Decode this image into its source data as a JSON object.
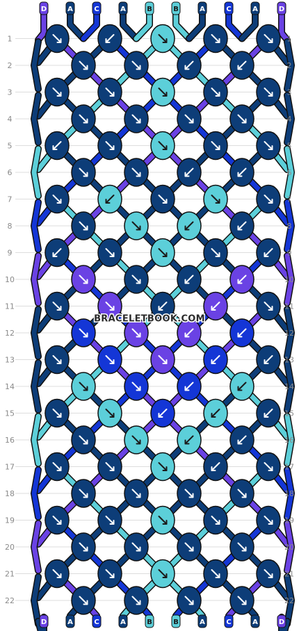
{
  "watermark": "BRACELETBOOK.COM",
  "colors": {
    "A": "#0d3d78",
    "B": "#5ccfd9",
    "C": "#1436d6",
    "D": "#6a42e4",
    "outline": "#111111",
    "label_light": "#1b1b1b",
    "label_dark": "#ffffff",
    "row_line": "#dddddd"
  },
  "strands_top": [
    "D",
    "A",
    "C",
    "A",
    "B",
    "B",
    "A",
    "C",
    "A",
    "D"
  ],
  "strands_bottom": [
    "D",
    "A",
    "C",
    "A",
    "B",
    "B",
    "A",
    "C",
    "A",
    "D"
  ],
  "row_numbers": [
    "1",
    "2",
    "3",
    "4",
    "5",
    "6",
    "7",
    "8",
    "9",
    "10",
    "11",
    "12",
    "13",
    "14",
    "15",
    "16",
    "17",
    "18",
    "19",
    "20",
    "21",
    "22"
  ],
  "knots": [
    [
      "A:se",
      "A:sw",
      "B:se",
      "A:se",
      "A:se"
    ],
    [
      "A:se",
      "A:se",
      "A:sw",
      "A:sw"
    ],
    [
      "A:se",
      "A:se",
      "B:se",
      "A:se",
      "A:se"
    ],
    [
      "A:se",
      "A:se",
      "A:se",
      "A:se"
    ],
    [
      "A:sw",
      "A:se",
      "B:se",
      "A:se",
      "A:se"
    ],
    [
      "A:se",
      "A:se",
      "A:sw",
      "A:sw"
    ],
    [
      "A:se",
      "B:sw",
      "A:se",
      "B:se",
      "A:se"
    ],
    [
      "A:se",
      "B:se",
      "B:sw",
      "A:sw"
    ],
    [
      "A:sw",
      "A:se",
      "B:se",
      "A:se",
      "A:sw"
    ],
    [
      "D:se",
      "A:se",
      "A:sw",
      "D:sw"
    ],
    [
      "A:se",
      "D:se",
      "A:sw",
      "D:sw",
      "A:se"
    ],
    [
      "C:se",
      "D:se",
      "D:sw",
      "C:sw"
    ],
    [
      "A:se",
      "C:se",
      "D:se",
      "C:sw",
      "A:sw"
    ],
    [
      "B:se",
      "C:se",
      "C:sw",
      "B:sw"
    ],
    [
      "A:se",
      "B:se",
      "C:sw",
      "B:sw",
      "A:sw"
    ],
    [
      "A:se",
      "B:se",
      "B:sw",
      "A:sw"
    ],
    [
      "A:se",
      "A:se",
      "B:se",
      "A:sw",
      "A:se"
    ],
    [
      "A:se",
      "A:se",
      "A:se",
      "A:se"
    ],
    [
      "A:se",
      "A:se",
      "B:se",
      "A:se",
      "A:se"
    ],
    [
      "A:se",
      "A:se",
      "A:se",
      "A:se"
    ],
    [
      "A:se",
      "A:se",
      "B:se",
      "A:se",
      "A:se"
    ],
    [
      "A:se",
      "A:se",
      "A:se",
      "A:se"
    ]
  ]
}
